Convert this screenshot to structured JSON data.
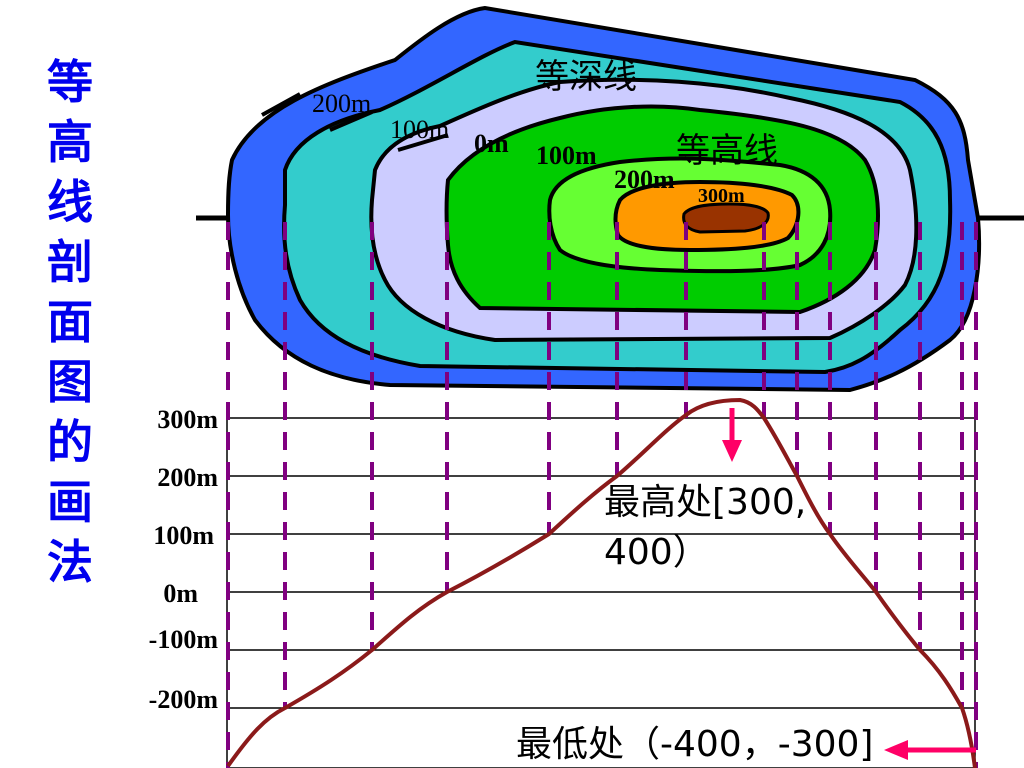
{
  "title_chars": [
    "等",
    "高",
    "线",
    "剖",
    "面",
    "图",
    "的",
    "画",
    "法"
  ],
  "map_labels": {
    "depth_line": "等深线",
    "contour_line": "等高线",
    "d200": "200m",
    "d100": "100m",
    "zero": "0m",
    "h100": "100m",
    "h200": "200m",
    "h300": "300m"
  },
  "axis_labels": [
    "300m",
    "200m",
    "100m",
    "0m",
    "-100m",
    "-200m"
  ],
  "annotations": {
    "highest_line1": "最高处[300,",
    "highest_line2": "400）",
    "lowest": "最低处（-400，-300]"
  },
  "colors": {
    "depth_200": "#3366ff",
    "depth_100": "#33cccc",
    "depth_0": "#ccccff",
    "height_0": "#00cc00",
    "height_100": "#66ff33",
    "height_200": "#ff9900",
    "height_300": "#993300",
    "profile": "#8b1a1a",
    "projection": "#800080",
    "arrow": "#ff0066",
    "title": "#0000ee"
  }
}
